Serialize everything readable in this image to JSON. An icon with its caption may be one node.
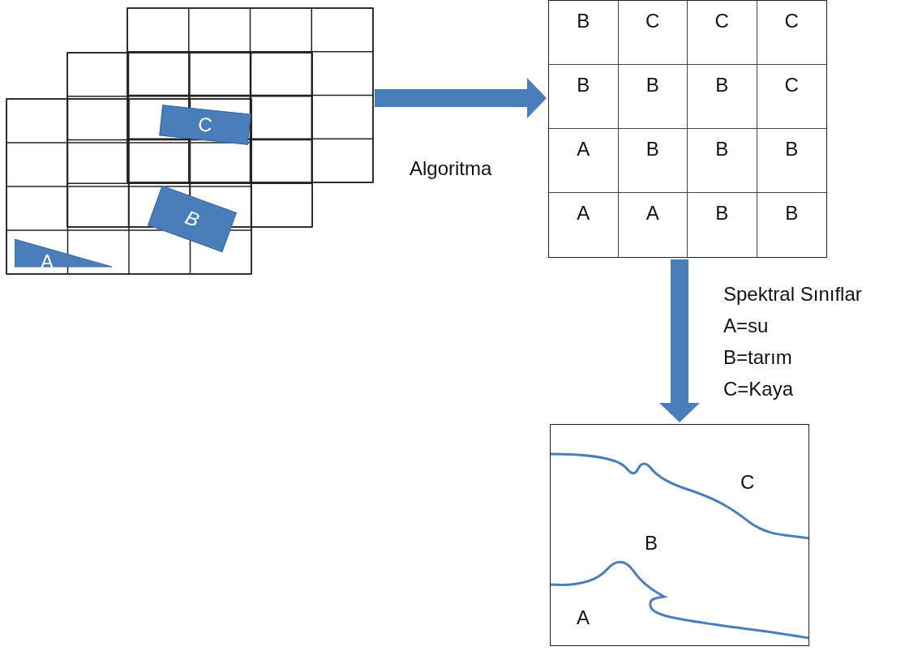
{
  "diagram": {
    "nodes": [
      {
        "text": [],
        "shape": "picture"
      },
      {
        "text": [
          "C"
        ],
        "in": 0
      },
      {
        "text": [
          "B"
        ],
        "in": 0
      },
      {
        "text": [
          "A"
        ],
        "in": 0
      },
      {
        "text": [
          "B",
          "C",
          "C",
          "C",
          "B",
          "B",
          "B",
          "C",
          "A",
          "B",
          "B",
          "B",
          "A",
          "A",
          "B",
          "B"
        ]
      },
      {
        "text": [
          "C",
          "B",
          "A"
        ]
      }
    ],
    "edges": [
      {
        "from": 0,
        "to": 4,
        "arrow": "to",
        "label": "Algoritma"
      },
      {
        "from": 4,
        "to": 5,
        "arrow": "to"
      }
    ],
    "labels": [
      "Spektral Sınıflar",
      "A=su",
      "B=tarım",
      "C=Kaya"
    ]
  }
}
